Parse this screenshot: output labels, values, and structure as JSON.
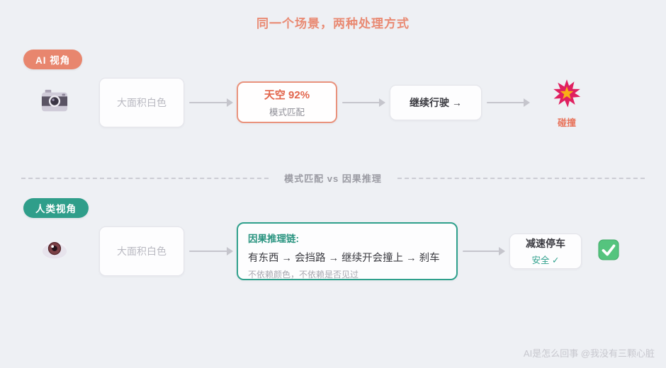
{
  "title": "同一个场景，两种处理方式",
  "ai_section": {
    "badge": "AI 视角",
    "steps": {
      "input": "大面积白色",
      "recognition_primary": "天空 92%",
      "recognition_secondary": "模式匹配",
      "action": "继续行驶 →",
      "outcome_label": "碰撞"
    }
  },
  "divider": {
    "label": "模式匹配  vs  因果推理"
  },
  "human_section": {
    "badge": "人类视角",
    "steps": {
      "input": "大面积白色",
      "reasoning_title": "因果推理链:",
      "reasoning_chain": "有东西 → 会挡路 → 继续开会撞上 → 刹车",
      "reasoning_note": "不依赖颜色，不依赖是否见过",
      "action_primary": "减速停车",
      "action_secondary": "安全 ✓"
    }
  },
  "footer": {
    "watermark": "AI是怎么回事 @我没有三颗心脏"
  },
  "colors": {
    "accent_warm": "#e8866e",
    "accent_teal": "#2f9e8a",
    "collision_red": "#e02060",
    "check_green": "#55c47e"
  }
}
